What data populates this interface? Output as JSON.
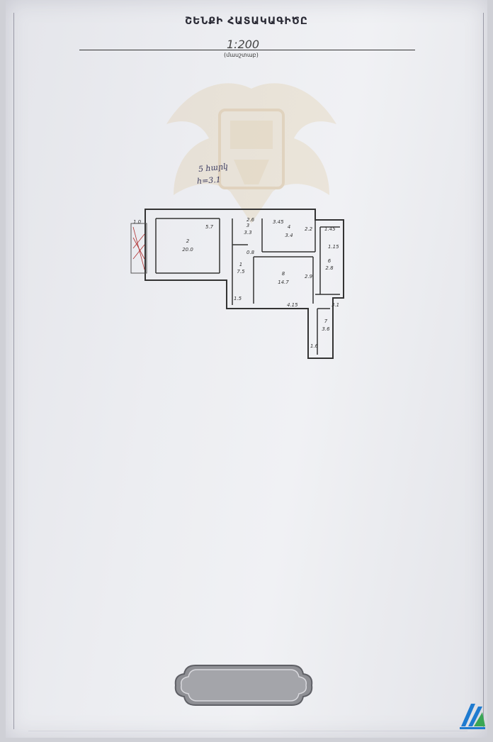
{
  "document": {
    "title": "ՇԵՆՔԻ ՀԱՏԱԿԱԳԻԾԸ",
    "scale": "1:200",
    "scale_caption": "(մասշտաբ)",
    "handwritten_notes": [
      "5 հարկ",
      "h=3.1"
    ]
  },
  "plan": {
    "rooms": [
      {
        "number": "2",
        "area": "20.0"
      },
      {
        "number": "3",
        "area": "3.3"
      },
      {
        "number": "4",
        "area": "3.4"
      },
      {
        "number": "1",
        "area": "7.5"
      },
      {
        "number": "8",
        "area": "14.7"
      },
      {
        "number": "6",
        "area": "2.8"
      },
      {
        "number": "7",
        "area": "3.6"
      }
    ],
    "dimensions": [
      "1.0",
      "5.7",
      "2.6",
      "3.45",
      "2.2",
      "1.45",
      "1.15",
      "0.8",
      "1.5",
      "4.15",
      "3.1",
      "2.9",
      "1.6"
    ]
  },
  "colors": {
    "paper": "#ecedf1",
    "ink": "#2a2a35",
    "emblem": "#d8b87a",
    "stair_mark": "#b03030",
    "logo_blue": "#1f7bd0",
    "logo_green": "#3aa655"
  }
}
